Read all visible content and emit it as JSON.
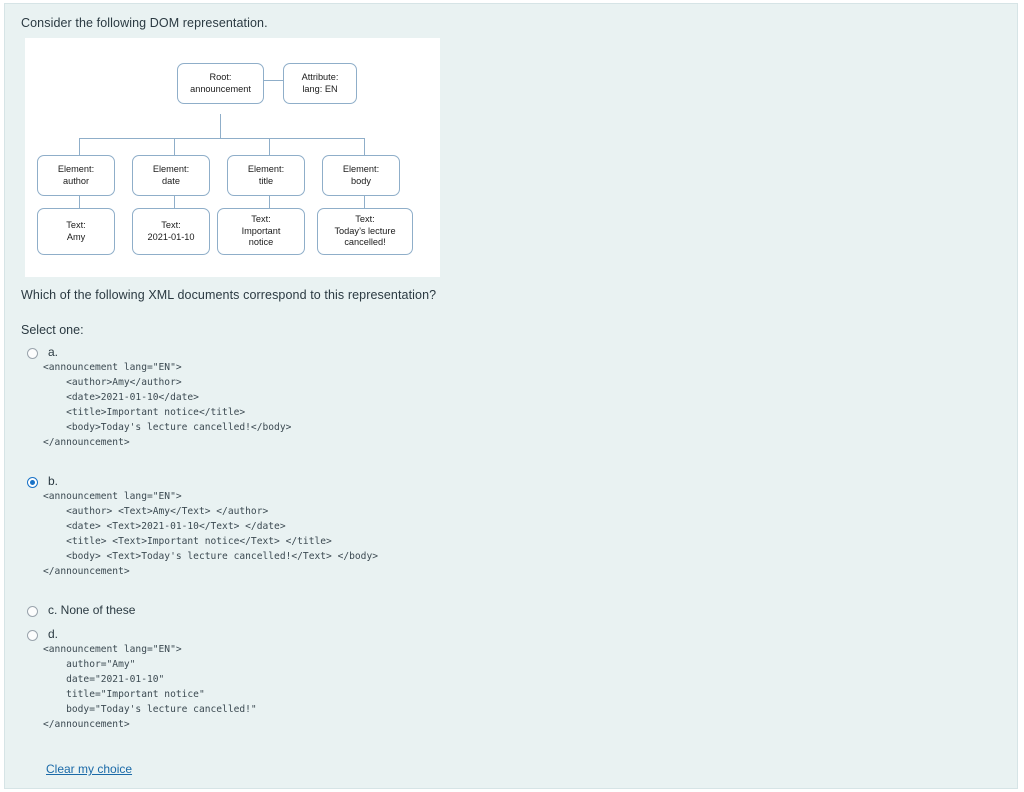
{
  "page": {
    "intro": "Consider the following DOM representation.",
    "question": "Which of the following XML documents correspond to this representation?",
    "select_one_label": "Select one:",
    "clear_choice_label": "Clear my choice",
    "background_color": "#e9f2f2",
    "panel_color": "#ffffff",
    "accent_color": "#1a73c7",
    "node_border_color": "#8faec9",
    "link_color": "#1b6aa8"
  },
  "diagram": {
    "title": "DOM representation tree",
    "nodes": [
      {
        "id": "root",
        "line1": "Root:",
        "line2": "announcement"
      },
      {
        "id": "attribute",
        "line1": "Attribute:",
        "line2": "lang: EN"
      },
      {
        "id": "el-author",
        "line1": "Element:",
        "line2": "author"
      },
      {
        "id": "el-date",
        "line1": "Element:",
        "line2": "date"
      },
      {
        "id": "el-title",
        "line1": "Element:",
        "line2": "title"
      },
      {
        "id": "el-body",
        "line1": "Element:",
        "line2": "body"
      },
      {
        "id": "tx-author",
        "line1": "Text:",
        "line2": "Amy"
      },
      {
        "id": "tx-date",
        "line1": "Text:",
        "line2": "2021-01-10"
      },
      {
        "id": "tx-title",
        "line1": "Text:",
        "line2": "Important",
        "line3": "notice"
      },
      {
        "id": "tx-body",
        "line1": "Text:",
        "line2": "Today’s lecture",
        "line3": "cancelled!"
      }
    ]
  },
  "answers": [
    {
      "letter": "a.",
      "selected": false,
      "code": "<announcement lang=\"EN\">\n    <author>Amy</author>\n    <date>2021-01-10</date>\n    <title>Important notice</title>\n    <body>Today's lecture cancelled!</body>\n</announcement>"
    },
    {
      "letter": "b.",
      "selected": true,
      "code": "<announcement lang=\"EN\">\n    <author> <Text>Amy</Text> </author>\n    <date> <Text>2021-01-10</Text> </date>\n    <title> <Text>Important notice</Text> </title>\n    <body> <Text>Today's lecture cancelled!</Text> </body>\n</announcement>"
    },
    {
      "letter": "c. None of these",
      "selected": false,
      "code": ""
    },
    {
      "letter": "d.",
      "selected": false,
      "code": "<announcement lang=\"EN\">\n    author=\"Amy\"\n    date=\"2021-01-10\"\n    title=\"Important notice\"\n    body=\"Today's lecture cancelled!\"\n</announcement>"
    }
  ]
}
